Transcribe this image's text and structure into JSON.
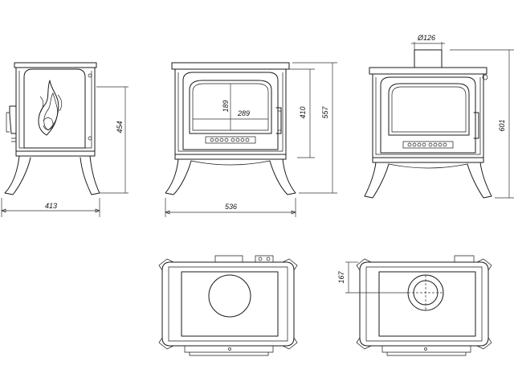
{
  "views": {
    "side": {
      "width_label": "413",
      "height_label": "454"
    },
    "front": {
      "width_label": "536",
      "glass_w_label": "289",
      "glass_h_label": "189",
      "height_410_label": "410",
      "height_557_label": "557"
    },
    "back": {
      "flue_label": "Ø126",
      "height_label": "601"
    },
    "top_rear": {
      "offset_label": "167"
    }
  },
  "colors": {
    "line": "#1a1a1a",
    "background": "#ffffff"
  }
}
